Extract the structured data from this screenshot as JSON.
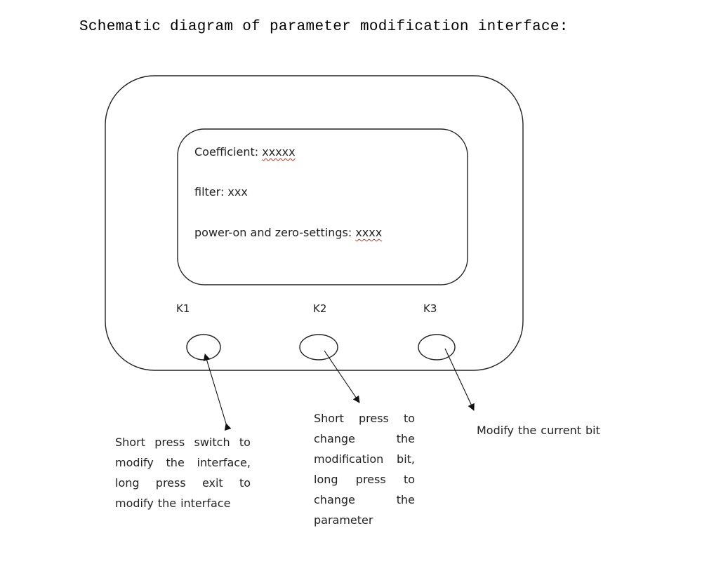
{
  "title": "Schematic diagram of parameter modification interface:",
  "screen": {
    "coefficient_label": "Coefficient: ",
    "coefficient_value": "xxxxx",
    "filter_label": "filter: ",
    "filter_value": "xxx",
    "power_label": "power-on and zero-settings: ",
    "power_value": "xxxx"
  },
  "keys": {
    "k1": "K1",
    "k2": "K2",
    "k3": "K3"
  },
  "descriptions": {
    "k1": [
      [
        "Short",
        "press",
        "switch",
        "to"
      ],
      [
        "modify",
        "the",
        "interface,"
      ],
      [
        "long",
        "press",
        "exit",
        "to"
      ],
      [
        "modify",
        "the",
        "interface"
      ]
    ],
    "k2": [
      [
        "Short",
        "press",
        "to"
      ],
      [
        "change",
        "the"
      ],
      [
        "modification",
        "bit,"
      ],
      [
        "long",
        "press",
        "to"
      ],
      [
        "change",
        "the"
      ],
      [
        "parameter"
      ]
    ],
    "k3": [
      [
        "Modify",
        "the",
        "current",
        "bit"
      ]
    ]
  }
}
